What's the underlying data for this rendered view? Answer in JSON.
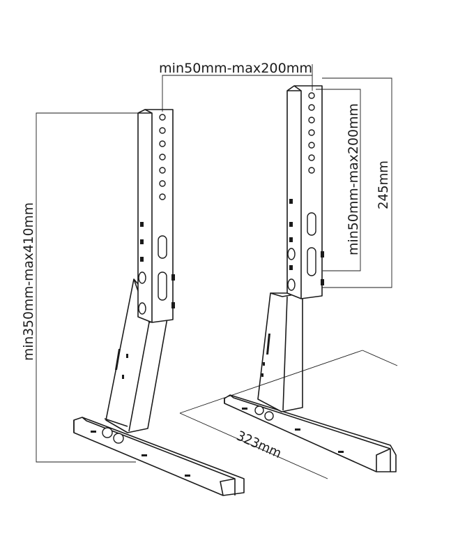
{
  "dimensions": {
    "top_spacing": "min50mm-max200mm",
    "total_height": "min350mm-max410mm",
    "bracket_hole_range": "min50mm-max200mm",
    "bracket_height": "245mm",
    "base_depth": "323mm"
  }
}
